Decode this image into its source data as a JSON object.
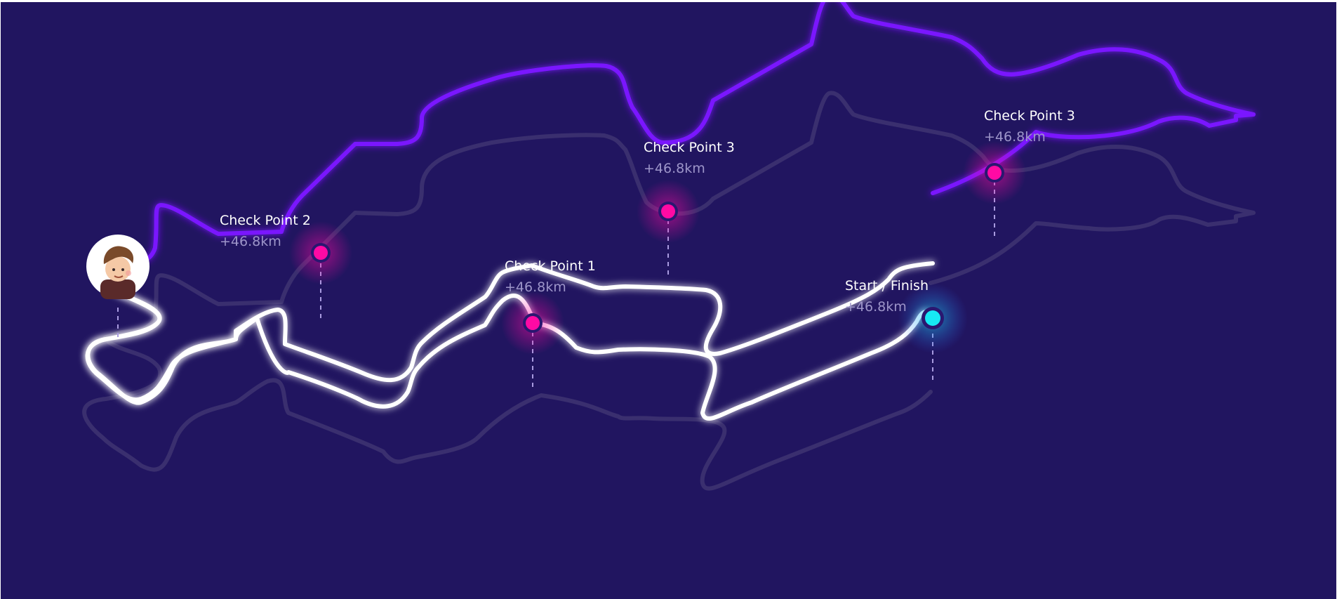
{
  "route": {
    "colors": {
      "background": "#211560",
      "track_completed": "#ffffff",
      "track_upcoming": "#7a18ff",
      "track_shadow": "#3a2f6f",
      "checkpoint": "#ff0aa4",
      "start_finish": "#17e9f4"
    },
    "checkpoints": [
      {
        "id": "cp2",
        "label": "Check Point 2",
        "distance": "+46.8km"
      },
      {
        "id": "cp1",
        "label": "Check Point 1",
        "distance": "+46.8km"
      },
      {
        "id": "cp3a",
        "label": "Check Point 3",
        "distance": "+46.8km"
      },
      {
        "id": "cp3b",
        "label": "Check Point 3",
        "distance": "+46.8km"
      },
      {
        "id": "start",
        "label": "Start / Finish",
        "distance": "+46.8km"
      }
    ],
    "avatar": {
      "icon": "user-avatar-icon"
    }
  }
}
